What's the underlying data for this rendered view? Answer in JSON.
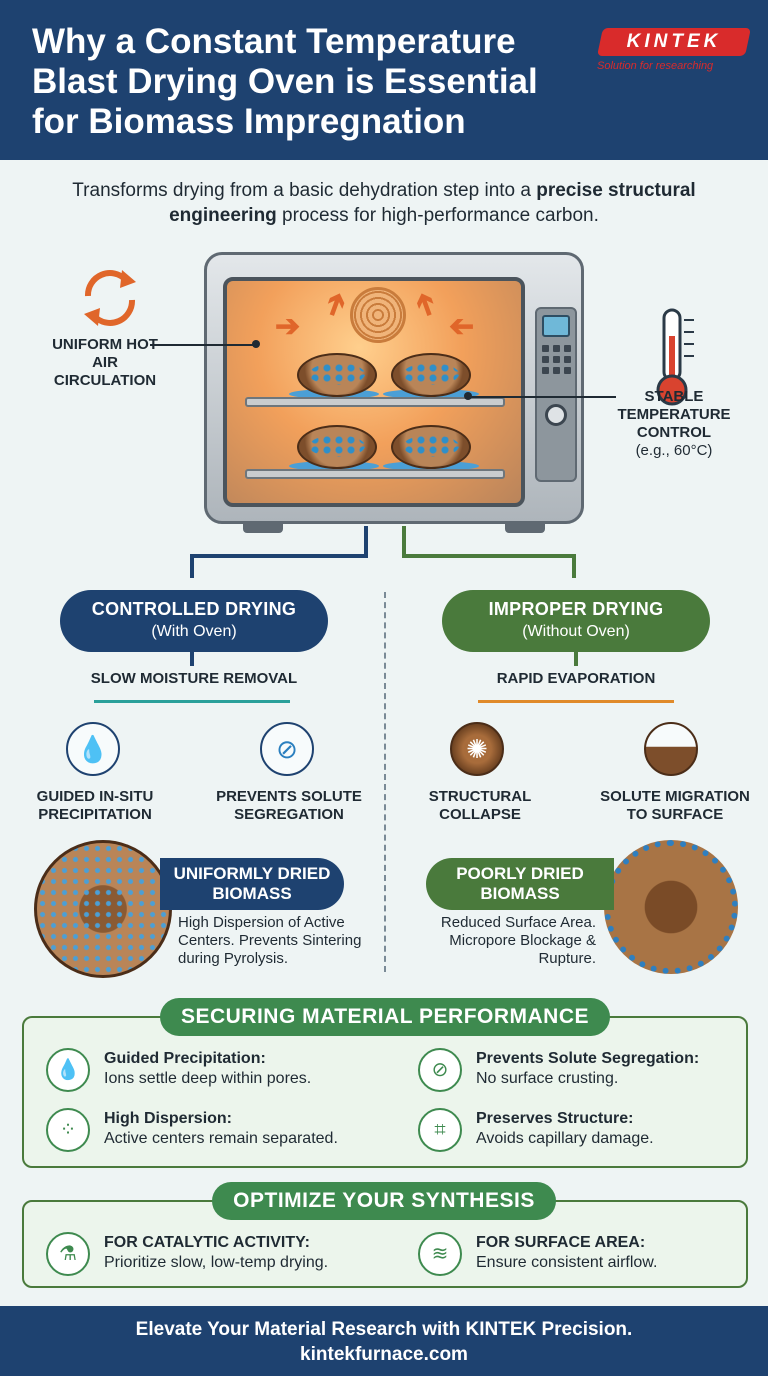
{
  "header": {
    "title": "Why a Constant Temperature Blast Drying Oven is Essential for Biomass Impregnation",
    "logo": "KINTEK",
    "tagline": "Solution for researching"
  },
  "intro": {
    "pre": "Transforms drying from a basic dehydration step into a ",
    "bold": "precise structural engineering",
    "post": " process for high-performance carbon."
  },
  "oven": {
    "callout_left": "UNIFORM HOT AIR CIRCULATION",
    "callout_right_title": "STABLE TEMPERATURE CONTROL",
    "callout_right_sub": "(e.g., 60°C)"
  },
  "left_branch": {
    "title": "CONTROLLED DRYING",
    "subtitle": "(With Oven)",
    "step": "SLOW MOISTURE REMOVAL",
    "item1": "GUIDED IN-SITU PRECIPITATION",
    "item2": "PREVENTS SOLUTE SEGREGATION",
    "result_tag": "UNIFORMLY DRIED BIOMASS",
    "result_desc": "High Dispersion of Active Centers. Prevents Sintering during Pyrolysis."
  },
  "right_branch": {
    "title": "IMPROPER DRYING",
    "subtitle": "(Without Oven)",
    "step": "RAPID EVAPORATION",
    "item1": "STRUCTURAL COLLAPSE",
    "item2": "SOLUTE MIGRATION TO SURFACE",
    "result_tag": "POORLY DRIED BIOMASS",
    "result_desc": "Reduced Surface Area. Micropore Blockage & Rupture."
  },
  "performance": {
    "title": "SECURING MATERIAL PERFORMANCE",
    "items": [
      {
        "heading": "Guided Precipitation:",
        "body": "Ions settle deep within pores.",
        "icon": "droplets-icon"
      },
      {
        "heading": "Prevents Solute Segregation:",
        "body": "No surface crusting.",
        "icon": "no-segregation-icon"
      },
      {
        "heading": "High Dispersion:",
        "body": "Active centers remain separated.",
        "icon": "dispersion-icon"
      },
      {
        "heading": "Preserves Structure:",
        "body": "Avoids capillary damage.",
        "icon": "network-icon"
      }
    ]
  },
  "optimize": {
    "title": "OPTIMIZE YOUR SYNTHESIS",
    "items": [
      {
        "heading": "FOR CATALYTIC ACTIVITY:",
        "body": "Prioritize slow, low-temp drying.",
        "icon": "flask-icon"
      },
      {
        "heading": "FOR SURFACE AREA:",
        "body": "Ensure consistent airflow.",
        "icon": "airflow-icon"
      }
    ]
  },
  "footer": {
    "line1": "Elevate Your Material Research with KINTEK Precision.",
    "line2": "kintekfurnace.com"
  },
  "colors": {
    "navy": "#1e4270",
    "green": "#4a7a3c",
    "accent_red": "#d92b2b",
    "heat_orange": "#e0662a"
  }
}
